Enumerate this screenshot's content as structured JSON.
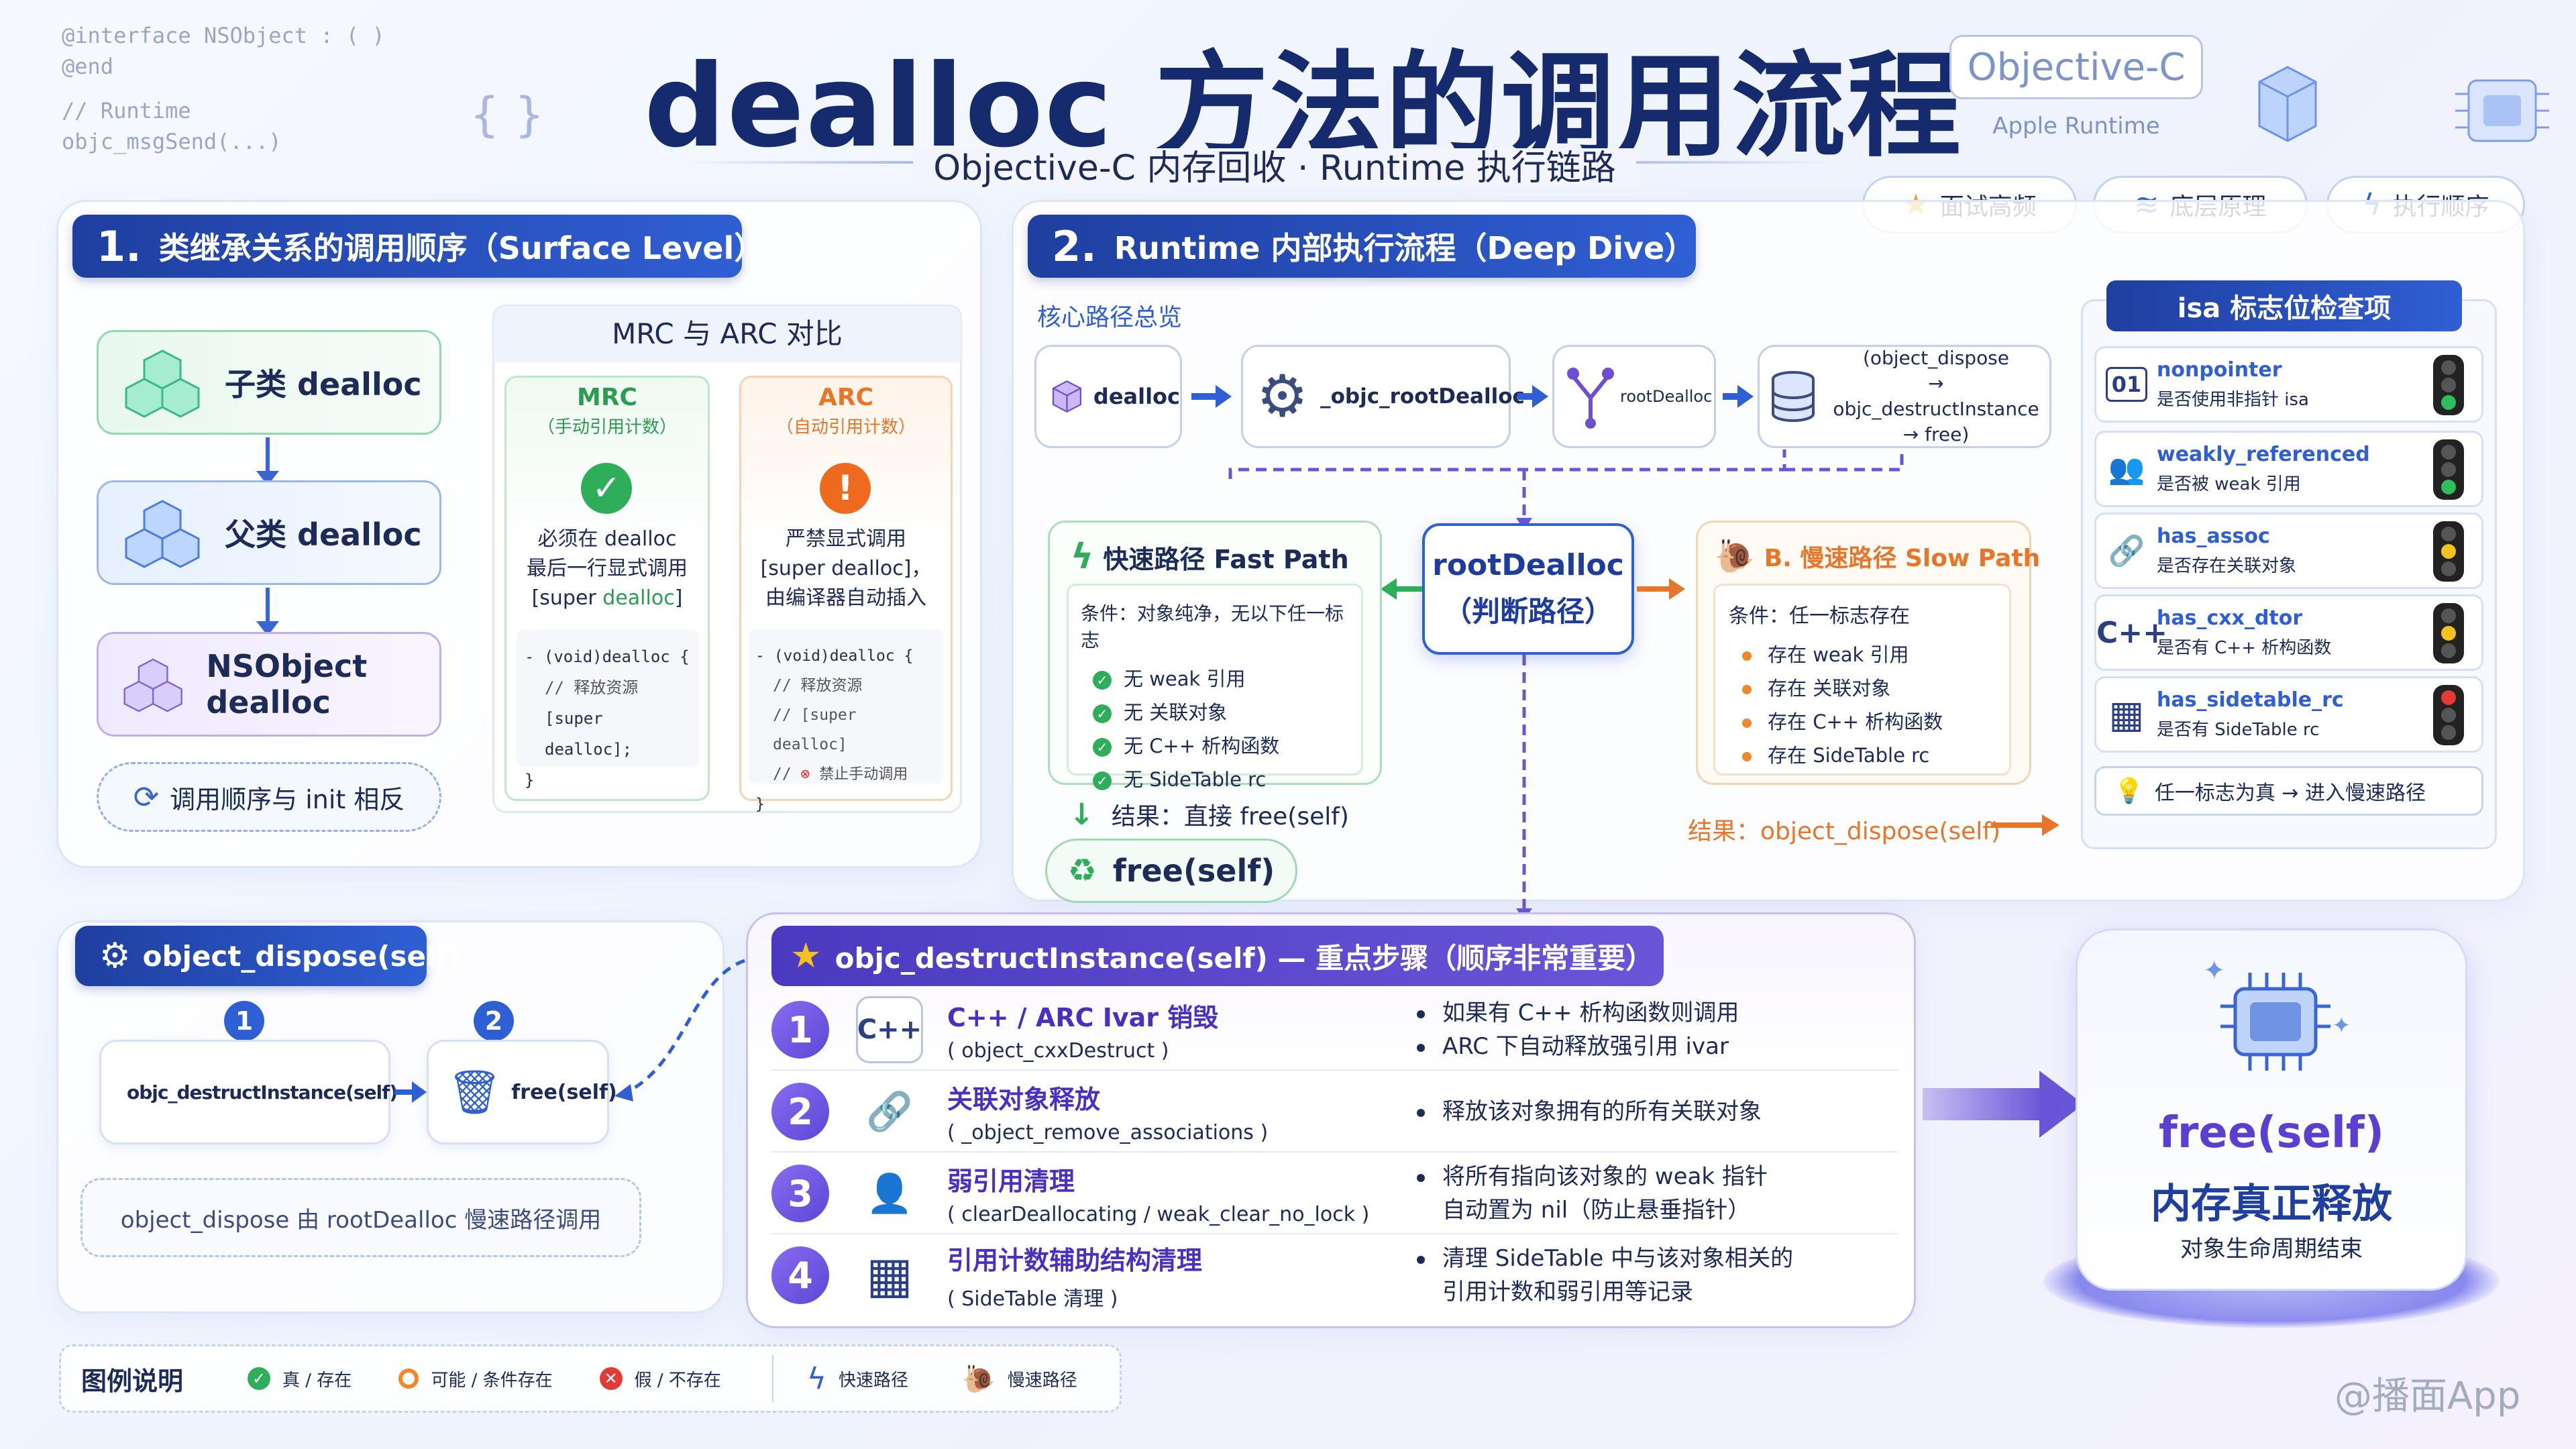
{
  "title": {
    "main": "dealloc 方法的调用流程",
    "subtitle": "Objective-C  内存回收  ·  Runtime  执行链路"
  },
  "deco_code": [
    "@interface NSObject : ( )",
    "@end",
    "// Runtime",
    "objc_msgSend(...)",
    "{ }"
  ],
  "badge": {
    "name": "Objective-C",
    "sub": "Apple Runtime"
  },
  "tags": [
    {
      "label": "面试高频",
      "icon": "star-icon"
    },
    {
      "label": "底层原理",
      "icon": "layers-icon"
    },
    {
      "label": "执行顺序",
      "icon": "bolt-icon"
    }
  ],
  "section1": {
    "num": "1.",
    "title": "类继承关系的调用顺序（Surface Level）",
    "chain": [
      "子类 dealloc",
      "父类 dealloc",
      "NSObject dealloc"
    ],
    "note": "调用顺序与 init 相反",
    "compare": {
      "title": "MRC 与 ARC 对比",
      "mrc": {
        "name": "MRC",
        "sub": "（手动引用计数）",
        "desc1": "必须在 dealloc",
        "desc2": "最后一行显式调用",
        "desc3a": "[super ",
        "desc3b": "dealloc",
        "desc3c": "]",
        "code": [
          "- (void)dealloc {",
          "// 释放资源",
          "[super dealloc];",
          "}"
        ]
      },
      "arc": {
        "name": "ARC",
        "sub": "（自动引用计数）",
        "desc1": "严禁显式调用",
        "desc2": "[super dealloc]，",
        "desc3": "由编译器自动插入",
        "code": [
          "- (void)dealloc {",
          "// 释放资源",
          "// [super dealloc]",
          "// ",
          "禁止手动调用",
          "}"
        ]
      }
    }
  },
  "section2": {
    "num": "2.",
    "title": "Runtime 内部执行流程（Deep Dive）",
    "path_label": "核心路径总览",
    "path": [
      "dealloc",
      "_objc_rootDealloc",
      "rootDealloc",
      "(object_dispose",
      "→ objc_destructInstance",
      "→ free)"
    ],
    "center": {
      "l1": "rootDealloc",
      "l2": "（判断路径）"
    },
    "fast": {
      "title": "快速路径 Fast Path",
      "cond": "条件：对象纯净，无以下任一标志",
      "items": [
        "无 weak 引用",
        "无 关联对象",
        "无 C++ 析构函数",
        "无 SideTable rc"
      ],
      "result": "结果：直接 free(self)",
      "pill": "free(self)"
    },
    "slow": {
      "title": "B. 慢速路径 Slow Path",
      "cond": "条件：任一标志存在",
      "items": [
        "存在 weak 引用",
        "存在 关联对象",
        "存在 C++ 析构函数",
        "存在 SideTable rc"
      ],
      "result": "结果：object_dispose(self)"
    }
  },
  "isa": {
    "title": "isa 标志位检查项",
    "flags": [
      {
        "icon": "01",
        "name": "nonpointer",
        "desc": "是否使用非指针 isa",
        "light": "green"
      },
      {
        "icon": "👥",
        "name": "weakly_referenced",
        "desc": "是否被 weak 引用",
        "light": "green"
      },
      {
        "icon": "🔗",
        "name": "has_assoc",
        "desc": "是否存在关联对象",
        "light": "yellow"
      },
      {
        "icon": "C++",
        "name": "has_cxx_dtor",
        "desc": "是否有 C++ 析构函数",
        "light": "yellow"
      },
      {
        "icon": "▦",
        "name": "has_sidetable_rc",
        "desc": "是否有 SideTable rc",
        "light": "red"
      }
    ],
    "tip": "任一标志为真 → 进入慢速路径"
  },
  "dispose": {
    "title": "object_dispose(self)",
    "steps": [
      {
        "n": "1",
        "label": "objc_destructInstance(self)"
      },
      {
        "n": "2",
        "label": "free(self)"
      }
    ],
    "note": "object_dispose 由 rootDealloc 慢速路径调用"
  },
  "destruct": {
    "title": "objc_destructInstance(self) — 重点步骤（顺序非常重要）",
    "rows": [
      {
        "n": "1",
        "icon": "C++",
        "t1": "C++ / ARC Ivar 销毁",
        "t2": "( object_cxxDestruct )",
        "d": [
          "如果有 C++ 析构函数则调用",
          "ARC 下自动释放强引用 ivar"
        ]
      },
      {
        "n": "2",
        "icon": "🔗",
        "t1": "关联对象释放",
        "t2": "( _object_remove_associations )",
        "d": [
          "释放该对象拥有的所有关联对象"
        ]
      },
      {
        "n": "3",
        "icon": "👤",
        "t1": "弱引用清理",
        "t2": "( clearDeallocating / weak_clear_no_lock )",
        "d": [
          "将所有指向该对象的 weak 指针",
          "自动置为 nil（防止悬垂指针）"
        ]
      },
      {
        "n": "4",
        "icon": "▦",
        "t1": "引用计数辅助结构清理",
        "t2": "( SideTable 清理 )",
        "d": [
          "清理 SideTable 中与该对象相关的",
          "引用计数和弱引用等记录"
        ]
      }
    ]
  },
  "final": {
    "l1": "free(self)",
    "l2": "内存真正释放",
    "l3": "对象生命周期结束"
  },
  "legend": {
    "title": "图例说明",
    "items": [
      "真 / 存在",
      "可能 / 条件存在",
      "假 / 不存在",
      "快速路径",
      "慢速路径"
    ]
  },
  "watermark": "@播面App"
}
